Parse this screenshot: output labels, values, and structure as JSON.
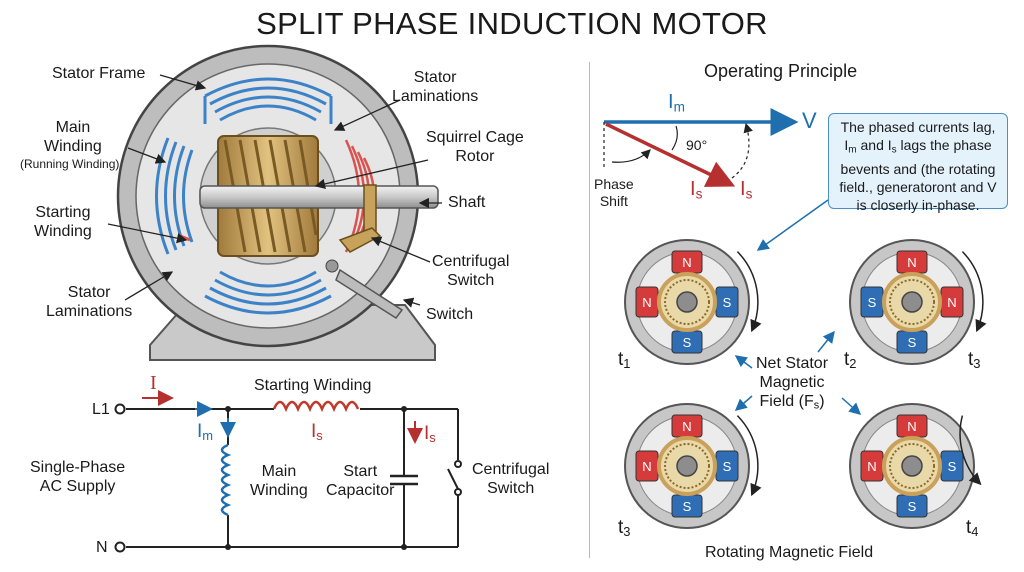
{
  "title": "SPLIT PHASE INDUCTION MOTOR",
  "motor": {
    "stator_frame": "Stator Frame",
    "stator_laminations_top": "Stator\nLaminations",
    "main_winding": "Main\nWinding",
    "running_winding": "(Running Winding)",
    "squirrel_cage_rotor": "Squirrel Cage\nRotor",
    "shaft": "Shaft",
    "starting_winding": "Starting\nWinding",
    "centrifugal_switch": "Centrifugal\nSwitch",
    "stator_laminations_bottom": "Stator\nLaminations",
    "switch": "Switch"
  },
  "circuit": {
    "title": "Starting Winding",
    "line_l1": "L1",
    "line_n": "N",
    "current_i": "I",
    "current_im": "I",
    "current_im_sub": "m",
    "current_is_coil": "I",
    "current_is_coil_sub": "s",
    "current_is_branch": "I",
    "current_is_branch_sub": "s",
    "supply": "Single-Phase\nAC Supply",
    "main_winding": "Main\nWinding",
    "start_capacitor": "Start\nCapacitor",
    "centrifugal_switch": "Centrifugal\nSwitch"
  },
  "principle": {
    "title": "Operating Principle",
    "im_label": "I",
    "im_sub": "m",
    "v_label": "V",
    "angle": "90°",
    "phase_shift": "Phase\nShift",
    "is_label": "I",
    "is_sub": "s",
    "is_label_2": "I",
    "is_sub_2": "s",
    "callout_1": "The phased currents lag,",
    "callout_im": "I",
    "callout_im_sub": "m",
    "callout_and": " and ",
    "callout_is": "I",
    "callout_is_sub": "s",
    "callout_2": " lags the phase",
    "callout_3": "bevents and (the rotating",
    "callout_4": "field., generatoront and V",
    "callout_5": "is closerly in-phase.",
    "net_stator": "Net Stator\nMagnetic\nField (F",
    "net_stator_sub": "s",
    "net_stator_end": ")",
    "time_t1": "t",
    "time_t1_sub": "1",
    "time_t2": "t",
    "time_t2_sub": "2",
    "time_t3a": "t",
    "time_t3a_sub": "3",
    "time_t3b": "t",
    "time_t3b_sub": "3",
    "time_t4": "t",
    "time_t4_sub": "4",
    "footer": "Rotating Magnetic Field",
    "pole_n": "N",
    "pole_s": "S"
  },
  "colors": {
    "blue": "#1f6fae",
    "red": "#b5302e",
    "pole_red": "#d63b3b",
    "pole_blue": "#2f6db5",
    "winding_blue": "#3b82c9",
    "copper": "#c9a15a"
  }
}
